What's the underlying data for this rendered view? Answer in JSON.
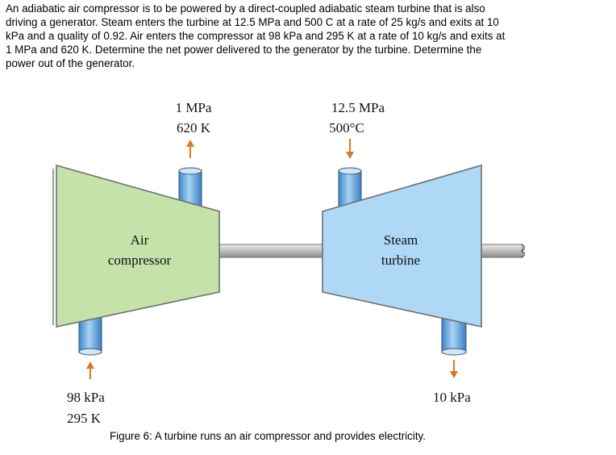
{
  "problem": {
    "lines": [
      "An adiabatic air compressor is to be powered by a direct-coupled adiabatic steam turbine that is also",
      "driving a generator. Steam enters the turbine at 12.5 MPa and 500 C at a rate of 25 kg/s and exits at 10",
      "kPa and a quality of 0.92.  Air enters the compressor at 98 kPa and 295 K at a rate of 10 kg/s and exits at",
      "1 MPa and 620 K. Determine the net power delivered to the generator by the turbine. Determine the",
      "power out of the generator."
    ]
  },
  "figure": {
    "compressor": {
      "label_line1": "Air",
      "label_line2": "compressor",
      "outlet_pressure": "1 MPa",
      "outlet_temperature": "620 K",
      "inlet_pressure": "98 kPa",
      "inlet_temperature": "295 K"
    },
    "turbine": {
      "label_line1": "Steam",
      "label_line2": "turbine",
      "inlet_pressure": "12.5 MPa",
      "inlet_temperature": "500°C",
      "outlet_pressure": "10 kPa"
    },
    "caption": "Figure 6:  A turbine runs an air compressor and provides electricity."
  },
  "colors": {
    "compressor_fill": "#c4e2a9",
    "turbine_fill": "#aed8f6",
    "pipe_blue": "#6aaee4",
    "shaft_gray": "#c8c8c8",
    "arrow_orange": "#d97828"
  }
}
